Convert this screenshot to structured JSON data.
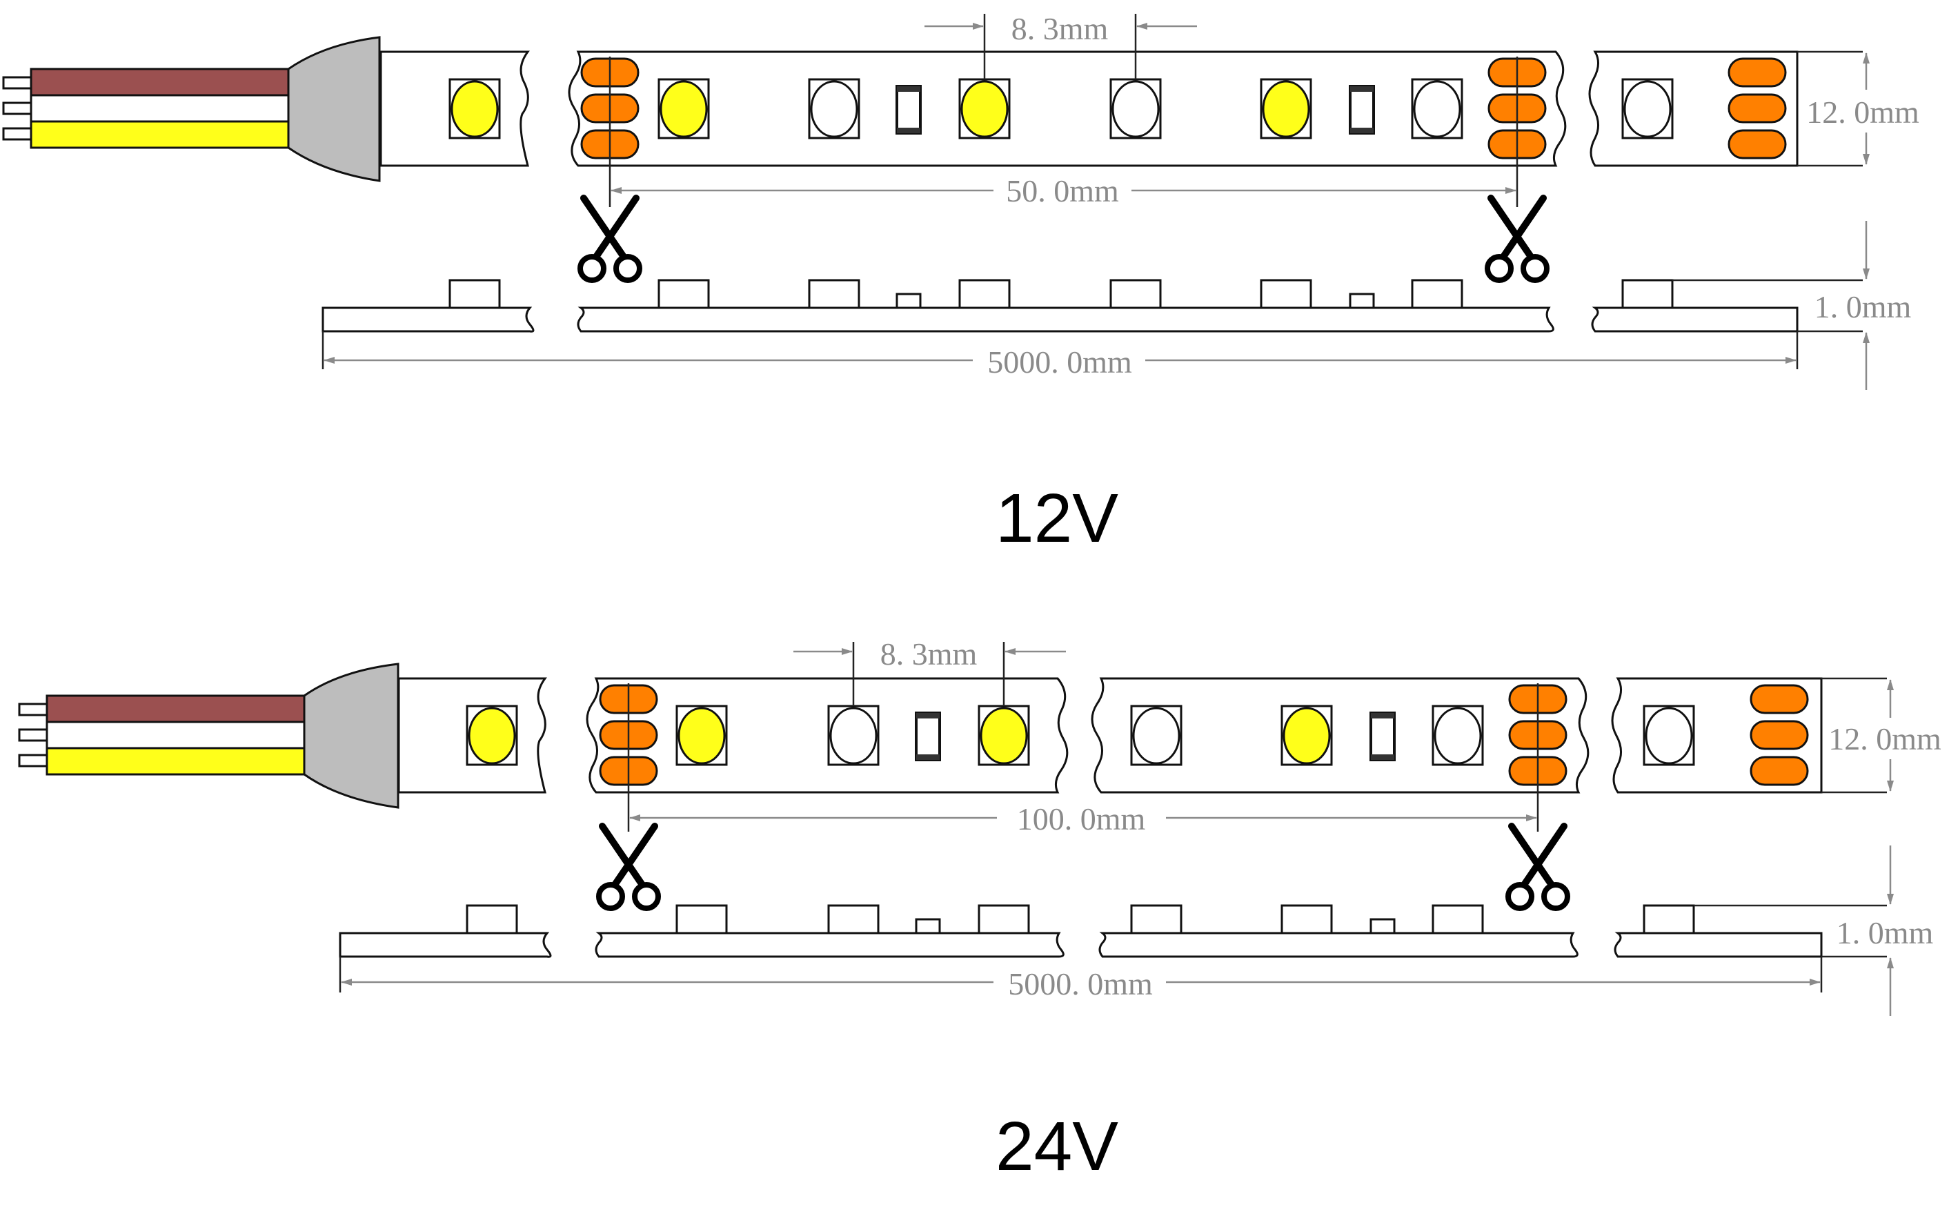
{
  "colors": {
    "wire_brown": "#9b5050",
    "wire_white": "#ffffff",
    "wire_yellow": "#ffff1a",
    "connector": "#bdbdbd",
    "led_warm": "#ffff1a",
    "led_cool": "#ffffff",
    "pad": "#ff8000",
    "dimension": "#8a8a8a"
  },
  "icons": {
    "cut_mark": "scissors-icon"
  },
  "strips": [
    {
      "voltage_label": "12V",
      "led_pitch_label": "8. 3mm",
      "cut_interval_label": "50. 0mm",
      "width_label": "12. 0mm",
      "thickness_label": "1. 0mm",
      "length_label": "5000. 0mm"
    },
    {
      "voltage_label": "24V",
      "led_pitch_label": "8. 3mm",
      "cut_interval_label": "100. 0mm",
      "width_label": "12. 0mm",
      "thickness_label": "1. 0mm",
      "length_label": "5000. 0mm"
    }
  ]
}
